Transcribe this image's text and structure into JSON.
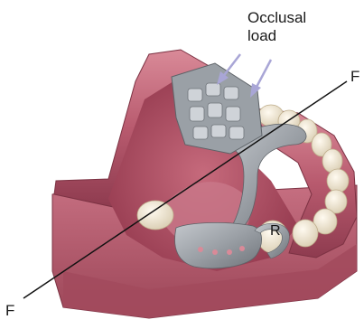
{
  "diagram": {
    "labels": {
      "occlusal_line1": "Occlusal",
      "occlusal_line2": "load",
      "fulcrum_top": "F",
      "fulcrum_bottom": "F",
      "rest": "R"
    },
    "colors": {
      "gum": "#b85a6e",
      "gum_light": "#d98a98",
      "gum_dark": "#8e3b4f",
      "palate": "#a8485e",
      "tooth": "#f3ecdc",
      "tooth_shadow": "#d9cdb2",
      "metal": "#8d9298",
      "metal_light": "#c4c8cd",
      "arrow": "#a9a6d6",
      "line": "#111111"
    }
  }
}
